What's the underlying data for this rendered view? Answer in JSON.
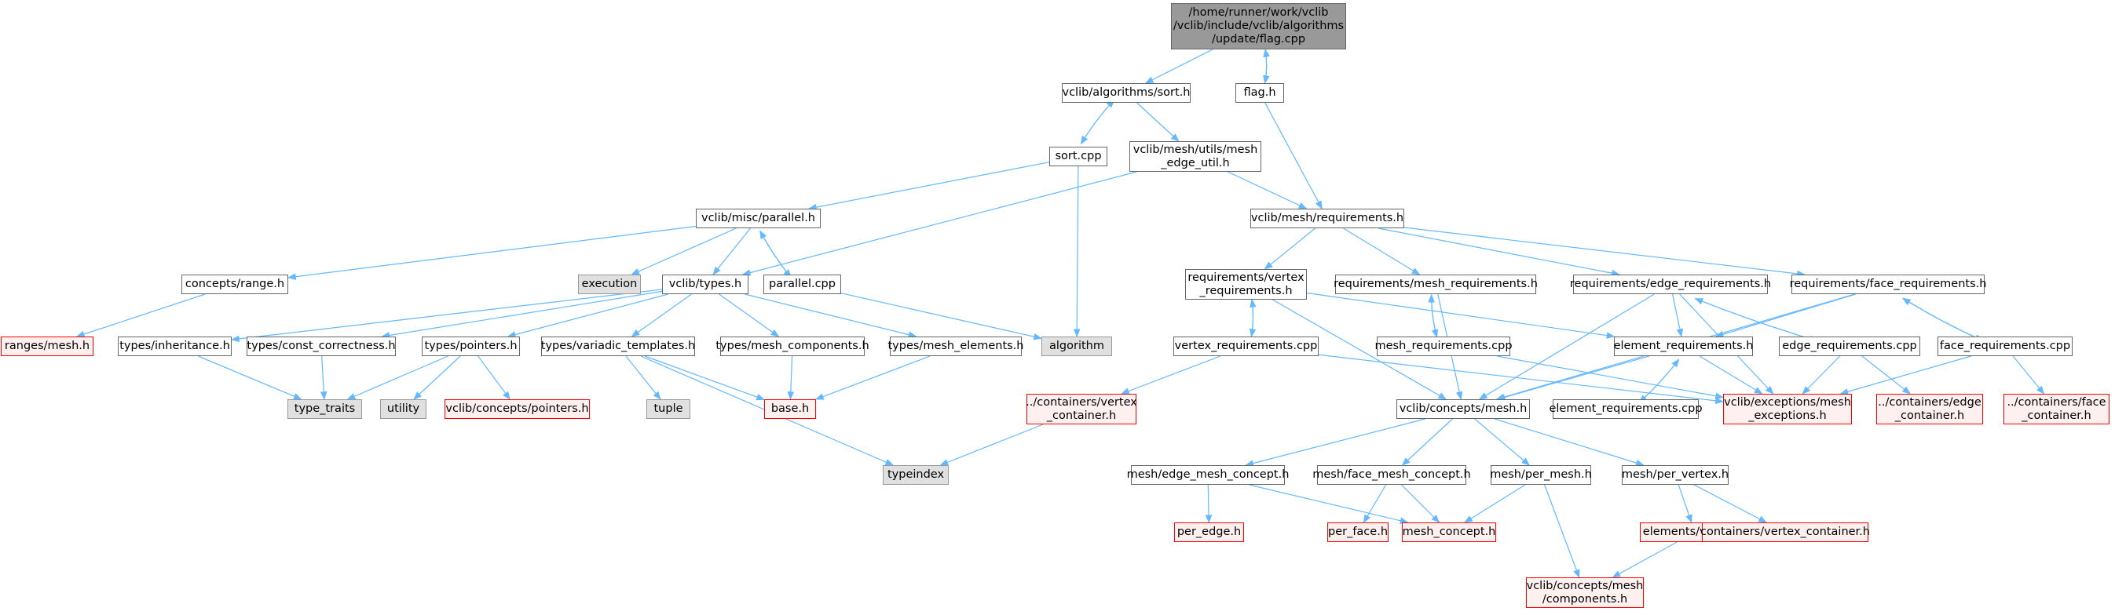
{
  "diagram": {
    "colors": {
      "edge": "#63b8ff",
      "root_fill": "#999999",
      "node_border": "#666666",
      "external_fill": "#e0e0e0",
      "truncated_border": "#ff0000",
      "truncated_fill": "#fff0f0"
    },
    "nodes": [
      {
        "id": "n_flag_cpp",
        "label": "/home/runner/work/vclib\n/vclib/include/vclib/algorithms\n/update/flag.cpp",
        "kind": "root"
      },
      {
        "id": "n_sort_h",
        "label": "vclib/algorithms/sort.h",
        "kind": "normal"
      },
      {
        "id": "n_flag_h",
        "label": "flag.h",
        "kind": "normal"
      },
      {
        "id": "n_sort_cpp",
        "label": "sort.cpp",
        "kind": "normal"
      },
      {
        "id": "n_mesh_edge_util",
        "label": "vclib/mesh/utils/mesh\n_edge_util.h",
        "kind": "normal"
      },
      {
        "id": "n_parallel_h",
        "label": "vclib/misc/parallel.h",
        "kind": "normal"
      },
      {
        "id": "n_mesh_req",
        "label": "vclib/mesh/requirements.h",
        "kind": "normal"
      },
      {
        "id": "n_concepts_range",
        "label": "concepts/range.h",
        "kind": "normal"
      },
      {
        "id": "n_execution",
        "label": "execution",
        "kind": "external"
      },
      {
        "id": "n_vclib_types",
        "label": "vclib/types.h",
        "kind": "normal"
      },
      {
        "id": "n_parallel_cpp",
        "label": "parallel.cpp",
        "kind": "normal"
      },
      {
        "id": "n_req_vertex",
        "label": "requirements/vertex\n_requirements.h",
        "kind": "normal"
      },
      {
        "id": "n_req_mesh",
        "label": "requirements/mesh_requirements.h",
        "kind": "normal"
      },
      {
        "id": "n_req_edge",
        "label": "requirements/edge_requirements.h",
        "kind": "normal"
      },
      {
        "id": "n_req_face",
        "label": "requirements/face_requirements.h",
        "kind": "normal"
      },
      {
        "id": "n_ranges_mesh",
        "label": "ranges/mesh.h",
        "kind": "truncated"
      },
      {
        "id": "n_types_inh",
        "label": "types/inheritance.h",
        "kind": "normal"
      },
      {
        "id": "n_types_const",
        "label": "types/const_correctness.h",
        "kind": "normal"
      },
      {
        "id": "n_types_ptr",
        "label": "types/pointers.h",
        "kind": "normal"
      },
      {
        "id": "n_types_var",
        "label": "types/variadic_templates.h",
        "kind": "normal"
      },
      {
        "id": "n_types_meshcomp",
        "label": "types/mesh_components.h",
        "kind": "normal"
      },
      {
        "id": "n_types_meshel",
        "label": "types/mesh_elements.h",
        "kind": "normal"
      },
      {
        "id": "n_algorithm",
        "label": "algorithm",
        "kind": "external"
      },
      {
        "id": "n_vertex_req_cpp",
        "label": "vertex_requirements.cpp",
        "kind": "normal"
      },
      {
        "id": "n_mesh_req_cpp",
        "label": "mesh_requirements.cpp",
        "kind": "normal"
      },
      {
        "id": "n_element_req",
        "label": "element_requirements.h",
        "kind": "normal"
      },
      {
        "id": "n_edge_req_cpp",
        "label": "edge_requirements.cpp",
        "kind": "normal"
      },
      {
        "id": "n_face_req_cpp",
        "label": "face_requirements.cpp",
        "kind": "normal"
      },
      {
        "id": "n_type_traits",
        "label": "type_traits",
        "kind": "external"
      },
      {
        "id": "n_utility",
        "label": "utility",
        "kind": "external"
      },
      {
        "id": "n_vc_concepts_ptr",
        "label": "vclib/concepts/pointers.h",
        "kind": "truncated"
      },
      {
        "id": "n_tuple",
        "label": "tuple",
        "kind": "external"
      },
      {
        "id": "n_base_h",
        "label": "base.h",
        "kind": "truncated"
      },
      {
        "id": "n_cont_vertex",
        "label": "../containers/vertex\n_container.h",
        "kind": "truncated"
      },
      {
        "id": "n_vc_concepts_mesh",
        "label": "vclib/concepts/mesh.h",
        "kind": "normal"
      },
      {
        "id": "n_element_req_cpp",
        "label": "element_requirements.cpp",
        "kind": "normal"
      },
      {
        "id": "n_vc_exceptions",
        "label": "vclib/exceptions/mesh\n_exceptions.h",
        "kind": "truncated"
      },
      {
        "id": "n_cont_edge",
        "label": "../containers/edge\n_container.h",
        "kind": "truncated"
      },
      {
        "id": "n_cont_face",
        "label": "../containers/face\n_container.h",
        "kind": "truncated"
      },
      {
        "id": "n_typeindex",
        "label": "typeindex",
        "kind": "external"
      },
      {
        "id": "n_edge_mesh_concept",
        "label": "mesh/edge_mesh_concept.h",
        "kind": "normal"
      },
      {
        "id": "n_face_mesh_concept",
        "label": "mesh/face_mesh_concept.h",
        "kind": "normal"
      },
      {
        "id": "n_per_mesh",
        "label": "mesh/per_mesh.h",
        "kind": "normal"
      },
      {
        "id": "n_per_vertex",
        "label": "mesh/per_vertex.h",
        "kind": "normal"
      },
      {
        "id": "n_per_edge",
        "label": "per_edge.h",
        "kind": "truncated"
      },
      {
        "id": "n_per_face",
        "label": "per_face.h",
        "kind": "truncated"
      },
      {
        "id": "n_mesh_concept",
        "label": "mesh_concept.h",
        "kind": "truncated"
      },
      {
        "id": "n_elements_vertex",
        "label": "elements/vertex.h",
        "kind": "truncated"
      },
      {
        "id": "n_containers_vc",
        "label": "containers/vertex_container.h",
        "kind": "truncated"
      },
      {
        "id": "n_vc_concepts_mesh_comp",
        "label": "vclib/concepts/mesh\n/components.h",
        "kind": "truncated"
      }
    ],
    "edges": [
      [
        "n_flag_cpp",
        "n_sort_h"
      ],
      [
        "n_flag_cpp",
        "n_flag_h"
      ],
      [
        "n_flag_h",
        "n_flag_cpp"
      ],
      [
        "n_sort_h",
        "n_sort_cpp"
      ],
      [
        "n_sort_cpp",
        "n_sort_h"
      ],
      [
        "n_sort_h",
        "n_mesh_edge_util"
      ],
      [
        "n_sort_cpp",
        "n_parallel_h"
      ],
      [
        "n_sort_cpp",
        "n_algorithm"
      ],
      [
        "n_mesh_edge_util",
        "n_vclib_types"
      ],
      [
        "n_mesh_edge_util",
        "n_mesh_req"
      ],
      [
        "n_flag_h",
        "n_mesh_req"
      ],
      [
        "n_parallel_h",
        "n_concepts_range"
      ],
      [
        "n_parallel_h",
        "n_execution"
      ],
      [
        "n_parallel_h",
        "n_vclib_types"
      ],
      [
        "n_parallel_h",
        "n_parallel_cpp"
      ],
      [
        "n_parallel_cpp",
        "n_parallel_h"
      ],
      [
        "n_parallel_cpp",
        "n_algorithm"
      ],
      [
        "n_concepts_range",
        "n_ranges_mesh"
      ],
      [
        "n_vclib_types",
        "n_types_inh"
      ],
      [
        "n_vclib_types",
        "n_types_const"
      ],
      [
        "n_vclib_types",
        "n_types_ptr"
      ],
      [
        "n_vclib_types",
        "n_types_var"
      ],
      [
        "n_vclib_types",
        "n_types_meshcomp"
      ],
      [
        "n_vclib_types",
        "n_types_meshel"
      ],
      [
        "n_types_inh",
        "n_type_traits"
      ],
      [
        "n_types_const",
        "n_type_traits"
      ],
      [
        "n_types_ptr",
        "n_type_traits"
      ],
      [
        "n_types_ptr",
        "n_utility"
      ],
      [
        "n_types_ptr",
        "n_vc_concepts_ptr"
      ],
      [
        "n_types_var",
        "n_tuple"
      ],
      [
        "n_types_var",
        "n_base_h"
      ],
      [
        "n_types_var",
        "n_typeindex"
      ],
      [
        "n_types_meshcomp",
        "n_base_h"
      ],
      [
        "n_types_meshel",
        "n_base_h"
      ],
      [
        "n_mesh_req",
        "n_req_vertex"
      ],
      [
        "n_mesh_req",
        "n_req_mesh"
      ],
      [
        "n_mesh_req",
        "n_req_edge"
      ],
      [
        "n_mesh_req",
        "n_req_face"
      ],
      [
        "n_req_vertex",
        "n_vertex_req_cpp"
      ],
      [
        "n_vertex_req_cpp",
        "n_req_vertex"
      ],
      [
        "n_req_vertex",
        "n_element_req"
      ],
      [
        "n_req_vertex",
        "n_vc_concepts_mesh"
      ],
      [
        "n_vertex_req_cpp",
        "n_cont_vertex"
      ],
      [
        "n_vertex_req_cpp",
        "n_vc_exceptions"
      ],
      [
        "n_req_mesh",
        "n_mesh_req_cpp"
      ],
      [
        "n_mesh_req_cpp",
        "n_req_mesh"
      ],
      [
        "n_req_mesh",
        "n_vc_concepts_mesh"
      ],
      [
        "n_mesh_req_cpp",
        "n_vc_exceptions"
      ],
      [
        "n_req_edge",
        "n_element_req"
      ],
      [
        "n_req_edge",
        "n_vc_concepts_mesh"
      ],
      [
        "n_req_edge",
        "n_edge_req_cpp"
      ],
      [
        "n_edge_req_cpp",
        "n_req_edge"
      ],
      [
        "n_req_edge",
        "n_vc_exceptions"
      ],
      [
        "n_edge_req_cpp",
        "n_vc_exceptions"
      ],
      [
        "n_edge_req_cpp",
        "n_cont_edge"
      ],
      [
        "n_req_face",
        "n_element_req"
      ],
      [
        "n_req_face",
        "n_vc_concepts_mesh"
      ],
      [
        "n_req_face",
        "n_face_req_cpp"
      ],
      [
        "n_face_req_cpp",
        "n_req_face"
      ],
      [
        "n_face_req_cpp",
        "n_vc_exceptions"
      ],
      [
        "n_face_req_cpp",
        "n_cont_face"
      ],
      [
        "n_element_req",
        "n_vc_concepts_mesh"
      ],
      [
        "n_element_req",
        "n_vc_exceptions"
      ],
      [
        "n_element_req",
        "n_element_req_cpp"
      ],
      [
        "n_element_req_cpp",
        "n_element_req"
      ],
      [
        "n_cont_vertex",
        "n_typeindex"
      ],
      [
        "n_vc_concepts_mesh",
        "n_edge_mesh_concept"
      ],
      [
        "n_vc_concepts_mesh",
        "n_face_mesh_concept"
      ],
      [
        "n_vc_concepts_mesh",
        "n_per_mesh"
      ],
      [
        "n_vc_concepts_mesh",
        "n_per_vertex"
      ],
      [
        "n_edge_mesh_concept",
        "n_per_edge"
      ],
      [
        "n_edge_mesh_concept",
        "n_mesh_concept"
      ],
      [
        "n_face_mesh_concept",
        "n_per_face"
      ],
      [
        "n_face_mesh_concept",
        "n_mesh_concept"
      ],
      [
        "n_per_mesh",
        "n_mesh_concept"
      ],
      [
        "n_per_mesh",
        "n_vc_concepts_mesh_comp"
      ],
      [
        "n_per_vertex",
        "n_elements_vertex"
      ],
      [
        "n_per_vertex",
        "n_containers_vc"
      ],
      [
        "n_elements_vertex",
        "n_vc_concepts_mesh_comp"
      ]
    ]
  }
}
